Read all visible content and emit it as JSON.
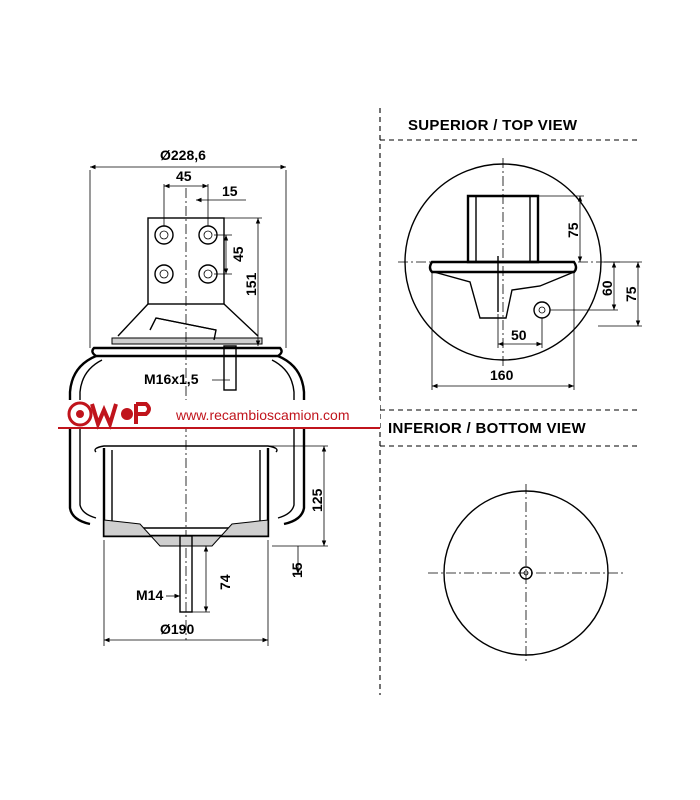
{
  "views": {
    "top_title": "SUPERIOR / TOP VIEW",
    "bottom_title": "INFERIOR / BOTTOM VIEW"
  },
  "banner": {
    "url": "www.recambioscamion.com",
    "accent_color": "#c0141c"
  },
  "dimensions": {
    "diameter_top": "Ø228,6",
    "bolt_spacing_h": "45",
    "bolt_offset": "15",
    "bolt_spacing_v": "45",
    "plate_height": "151",
    "thread_top": "M16x1,5",
    "piston_height": "125",
    "base_offset": "15",
    "stud_length": "74",
    "thread_bottom": "M14",
    "diameter_bottom": "Ø190",
    "top_view_height": "75",
    "top_view_hole_60": "60",
    "top_view_hole_75": "75",
    "top_view_hole_50": "50",
    "top_view_width": "160"
  }
}
